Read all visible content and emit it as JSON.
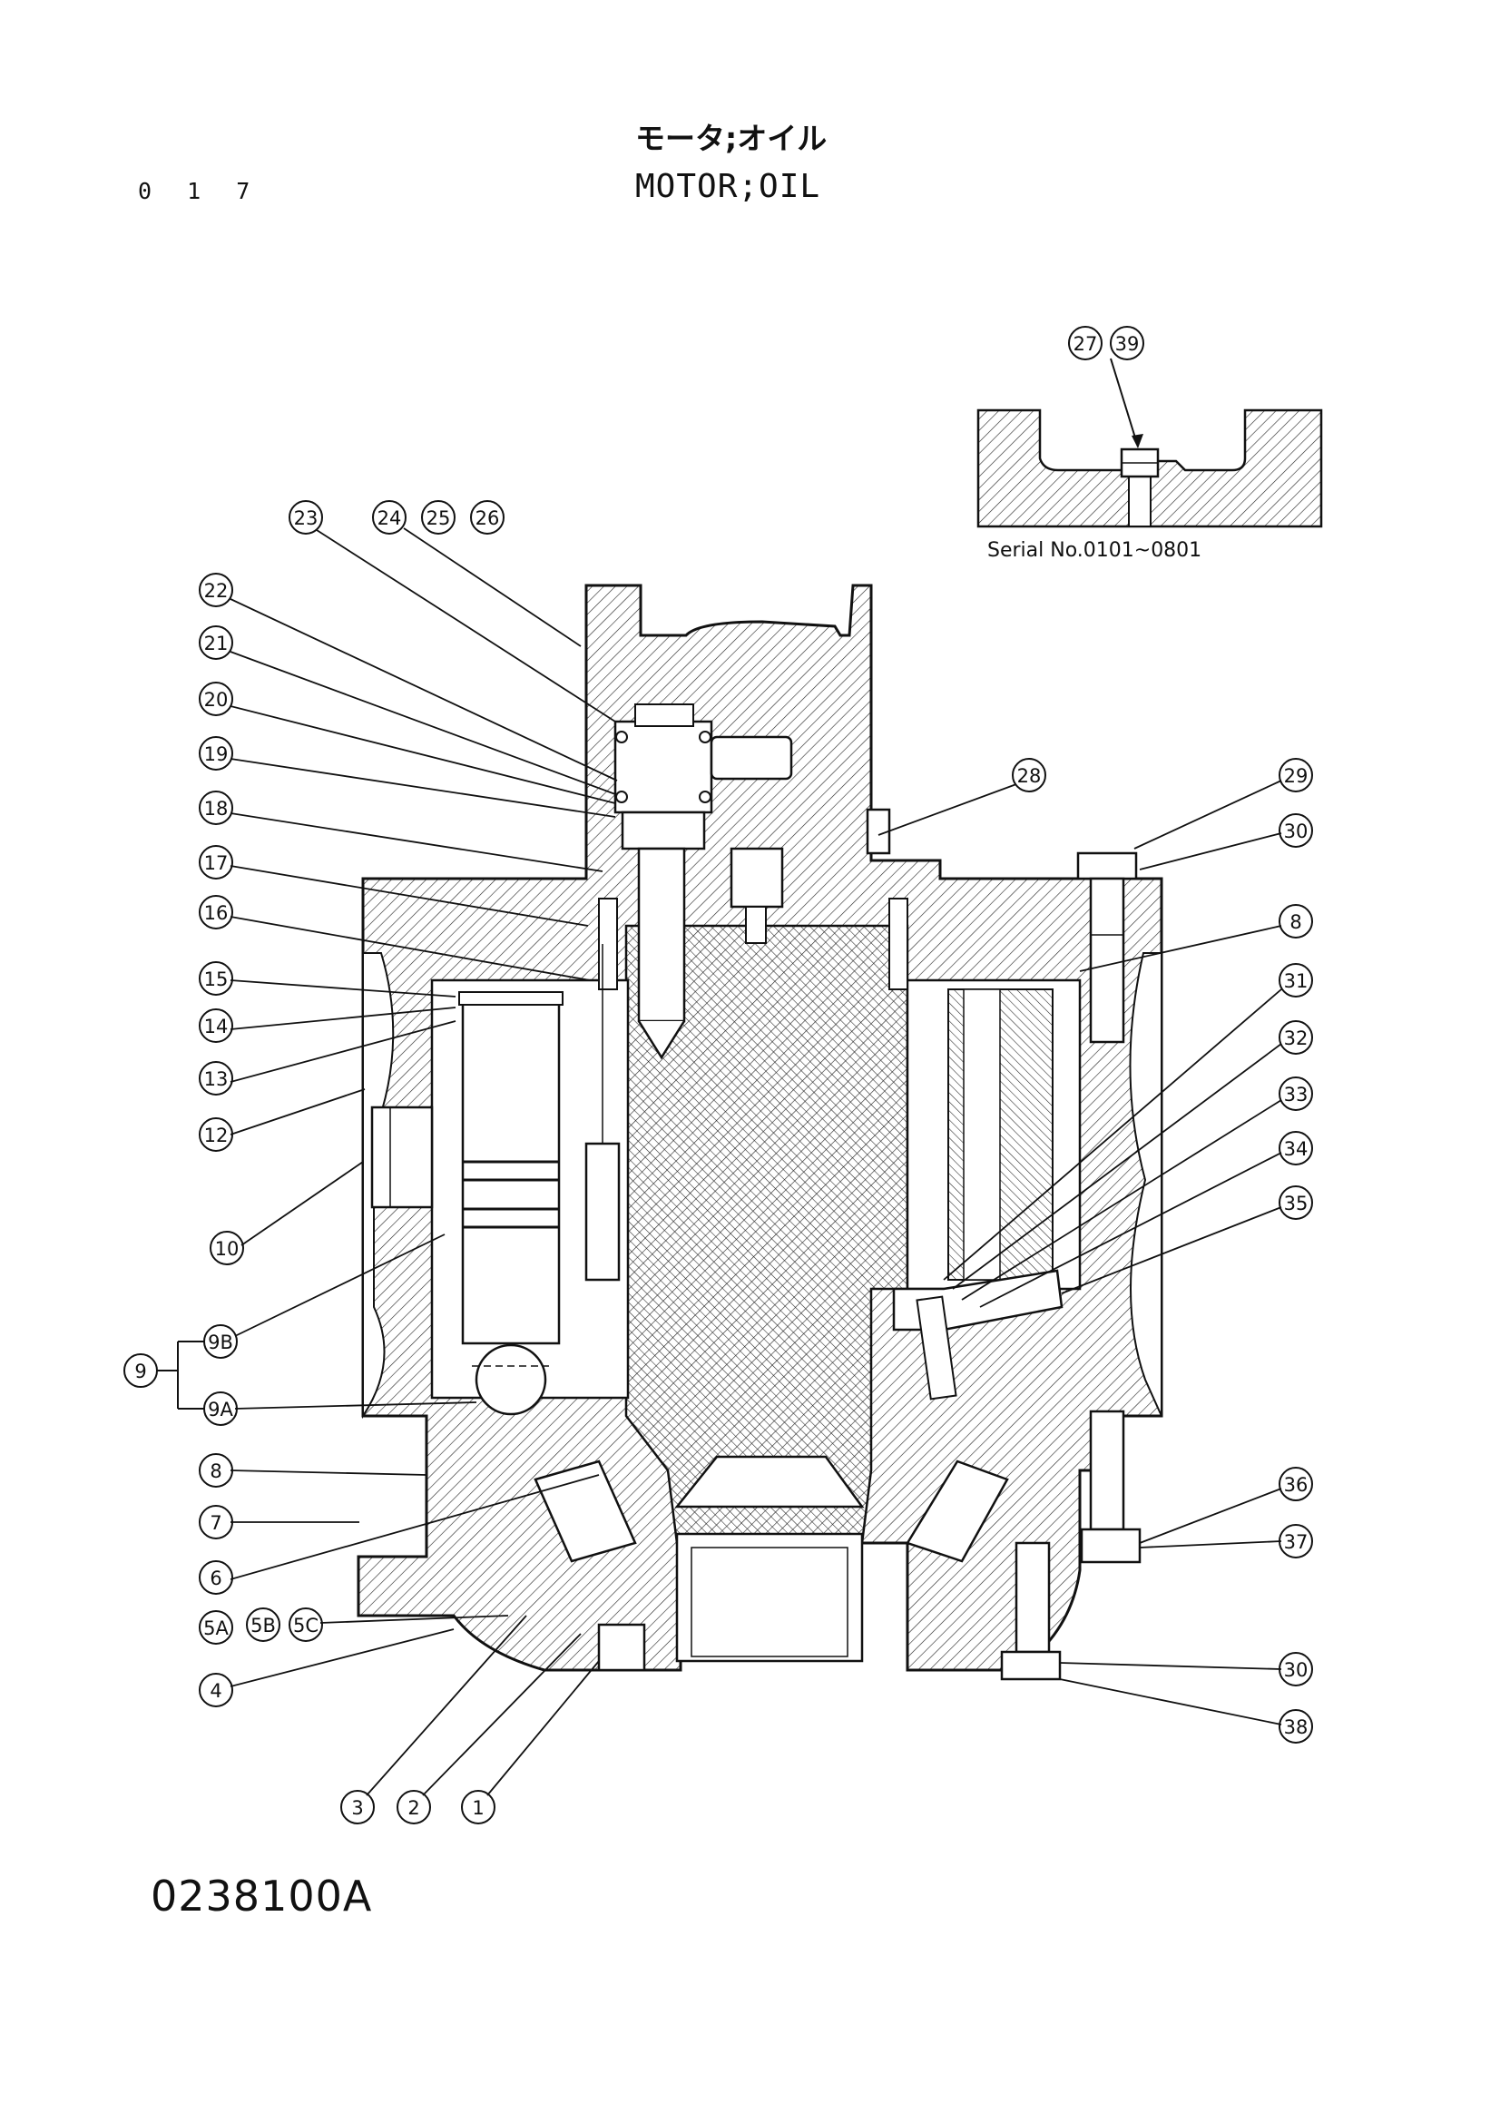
{
  "header": {
    "page_number": "0 1 7",
    "title_jp": "モータ;オイル",
    "title_en": "MOTOR;OIL"
  },
  "inset": {
    "serial_note": "Serial No.0101~0801",
    "callouts": [
      "27",
      "39"
    ]
  },
  "callouts": [
    "1",
    "2",
    "3",
    "4",
    "5A",
    "5B",
    "5C",
    "6",
    "7",
    "8",
    "8",
    "9",
    "9A",
    "9B",
    "10",
    "12",
    "13",
    "14",
    "15",
    "16",
    "17",
    "18",
    "19",
    "20",
    "21",
    "22",
    "23",
    "24",
    "25",
    "26",
    "28",
    "29",
    "30",
    "30",
    "31",
    "32",
    "33",
    "34",
    "35",
    "36",
    "37",
    "38"
  ],
  "footer": {
    "drawing_number": "0238100A"
  }
}
